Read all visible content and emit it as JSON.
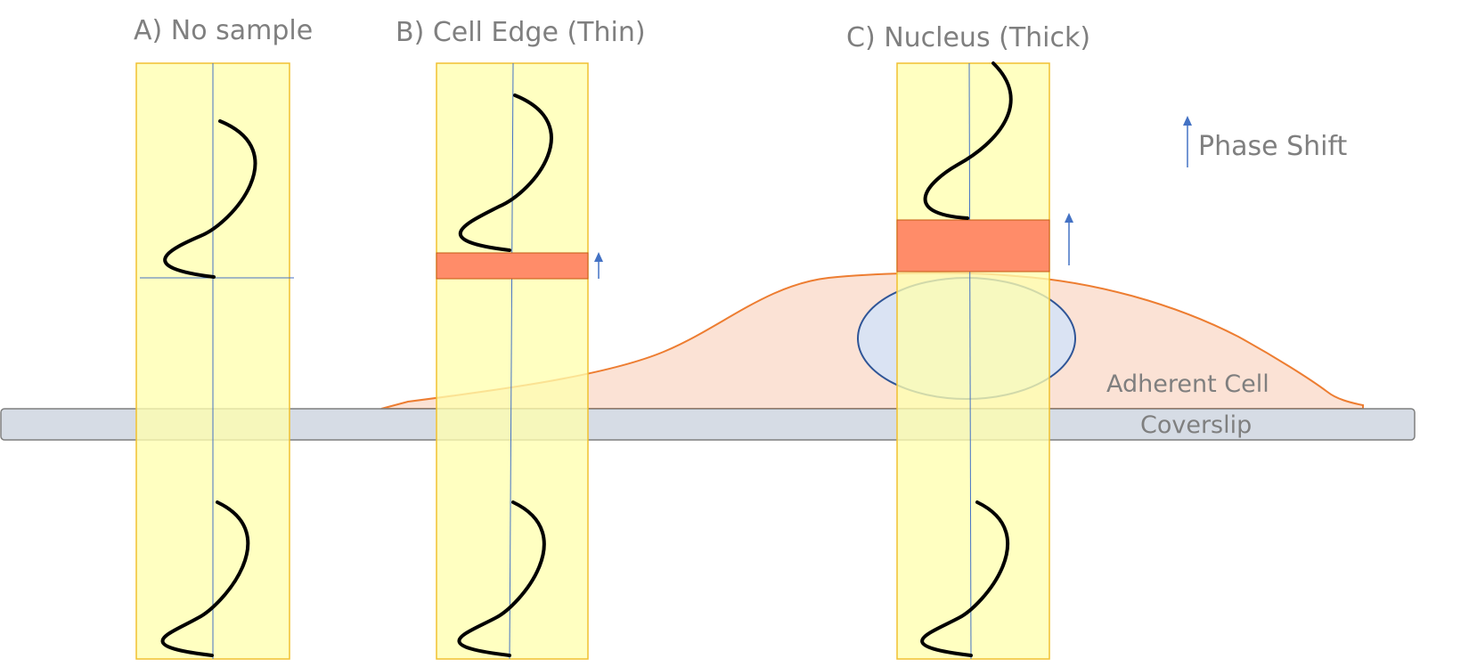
{
  "panels": [
    {
      "label": "A) No sample"
    },
    {
      "label": "B) Cell Edge (Thin)"
    },
    {
      "label": "C) Nucleus (Thick)"
    }
  ],
  "legend": {
    "label": "Phase Shift"
  },
  "cell": {
    "label": "Adherent Cell"
  },
  "coverslip": {
    "label": "Coverslip"
  },
  "colors": {
    "beam_fill": "#ffffc0",
    "beam_stroke": "#f0c030",
    "phase_block": "#ff8c69",
    "cell_fill": "#fbe2d5",
    "cell_stroke": "#ed7d31",
    "nucleus_fill": "#dae3f3",
    "nucleus_stroke": "#2f5597",
    "coverslip_fill": "#d6dce5",
    "coverslip_stroke": "#7f7f7f",
    "axis_line": "#4472c4",
    "arrow": "#4472c4",
    "wave": "#000000"
  }
}
